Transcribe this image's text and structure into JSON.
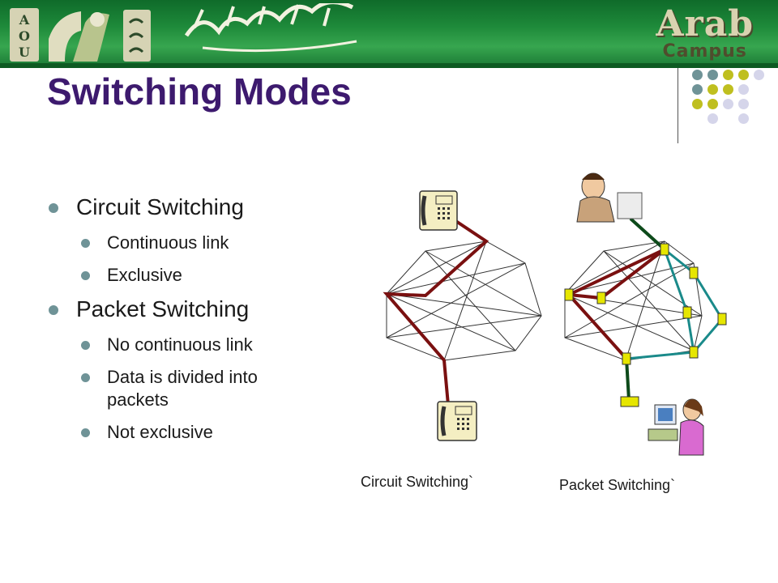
{
  "header": {
    "logo_letters": [
      "A",
      "O",
      "U"
    ],
    "brand_word": "Arab",
    "brand_sub": "Campus"
  },
  "slide": {
    "title": "Switching Modes",
    "bullets": [
      {
        "label": "Circuit Switching",
        "subs": [
          "Continuous link",
          "Exclusive"
        ]
      },
      {
        "label": "Packet Switching",
        "subs": [
          "No continuous link",
          "Data is divided into packets",
          "Not exclusive"
        ]
      }
    ]
  },
  "figure": {
    "circuit_caption": "Circuit Switching`",
    "packet_caption": "Packet Switching`"
  },
  "colors": {
    "title": "#3d1a6e",
    "banner_green": "#1e8a3a",
    "circuit_path": "#7a1010",
    "packet_link": "#1a8a8a",
    "packet_node": "#e6e600",
    "dot_teal": "#6f9397",
    "dot_yellow": "#bfbf1f",
    "dot_lavender": "#d5d5ea"
  }
}
